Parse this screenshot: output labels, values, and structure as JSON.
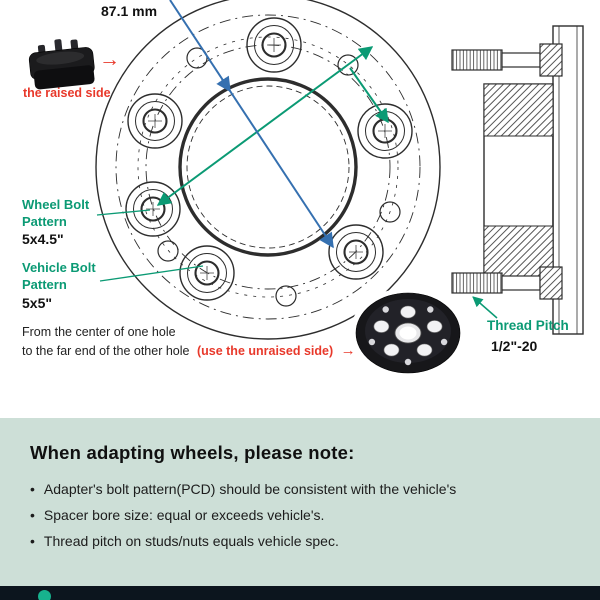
{
  "colors": {
    "accent_green": "#0b9a74",
    "accent_red": "#e8392b",
    "measure_blue": "#3570b0",
    "panel_mint": "#cddfd7",
    "footer_dark": "#0c151e",
    "footer_dot_teal": "#17b28e"
  },
  "icons": {
    "arrow_right": "→",
    "bullet": "•"
  },
  "diagram": {
    "bore_diameter": "87.1 mm",
    "raised_side": "the raised side",
    "wheel_bolt_pattern": {
      "label": "Wheel Bolt Pattern",
      "value": "5x4.5\""
    },
    "vehicle_bolt_pattern": {
      "label": "Vehicle Bolt Pattern",
      "value": "5x5\""
    },
    "measure_note": {
      "line1": "From the center of one hole",
      "line2": "to the far end of the other hole",
      "highlight": "(use the unraised side)"
    },
    "thread_pitch": {
      "label": "Thread Pitch",
      "value": "1/2\"-20"
    }
  },
  "note_panel": {
    "heading": "When adapting wheels, please note:",
    "bullets": [
      "Adapter's bolt pattern(PCD) should be consistent with the vehicle's",
      "Spacer bore size: equal or exceeds vehicle's.",
      "Thread pitch on studs/nuts equals vehicle spec."
    ]
  }
}
